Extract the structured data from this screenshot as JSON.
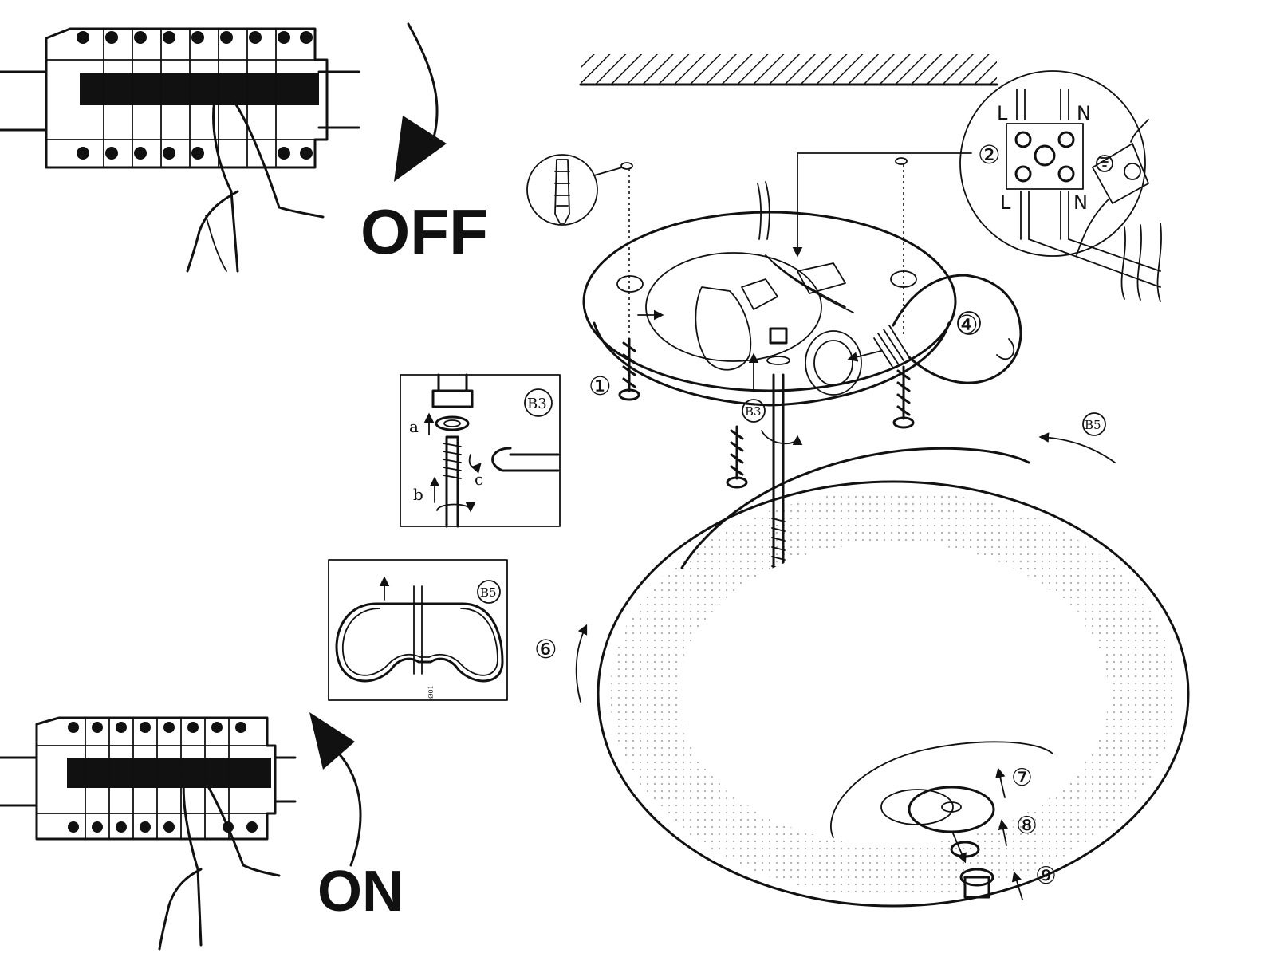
{
  "power_off_label": "OFF",
  "power_on_label": "ON",
  "steps": {
    "mount": "①",
    "wiring": "②",
    "bulb": "④",
    "glass": "⑥",
    "plate": "⑦",
    "washer": "⑧",
    "cap_nut": "⑨"
  },
  "wiring_detail": {
    "live_top": "L",
    "neutral_top": "N",
    "live_bottom": "L",
    "neutral_bottom": "N"
  },
  "detail_b3": {
    "badge": "B3",
    "step_a": "a",
    "step_b": "b",
    "step_c": "c"
  },
  "detail_b5": {
    "badge": "B5",
    "measure": "Ø01"
  },
  "callouts": {
    "b3": "B3",
    "b5": "B5"
  },
  "colors": {
    "ink": "#111111",
    "background": "#ffffff"
  }
}
